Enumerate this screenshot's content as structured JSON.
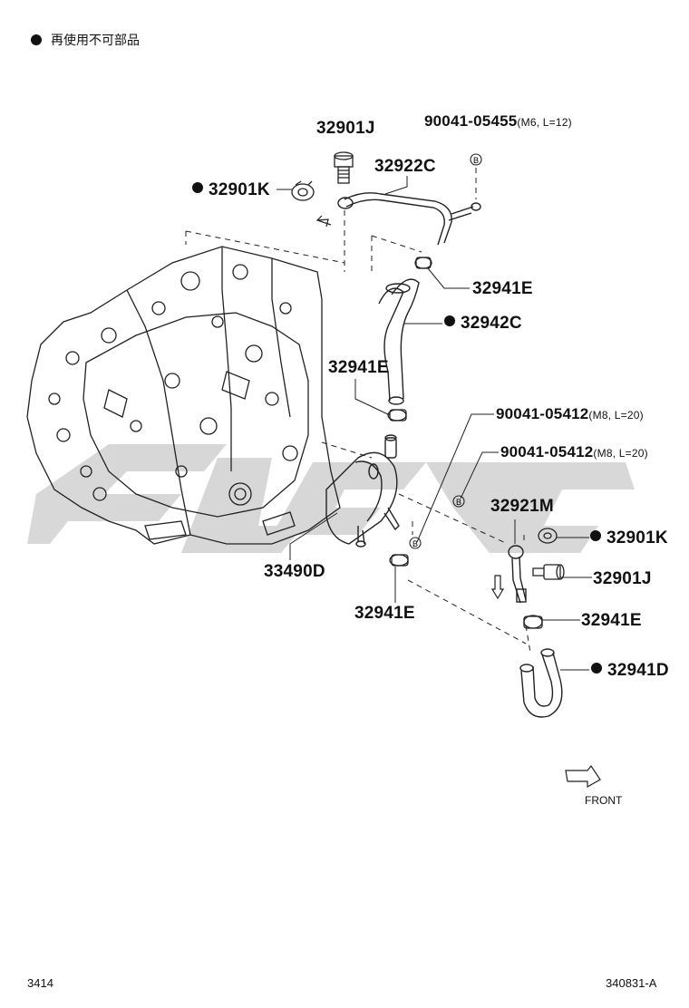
{
  "header": {
    "reuse_note": "再使用不可部品"
  },
  "labels": {
    "p32901J_top": "32901J",
    "p90041_05455": "90041-05455",
    "p90041_05455_spec": "(M6, L=12)",
    "p32922C": "32922C",
    "p32901K_top": "32901K",
    "p32941E_a": "32941E",
    "p32942C": "32942C",
    "p32941E_b": "32941E",
    "p90041_05412_a": "90041-05412",
    "p90041_05412_a_spec": "(M8, L=20)",
    "p90041_05412_b": "90041-05412",
    "p90041_05412_b_spec": "(M8, L=20)",
    "p32921M": "32921M",
    "p32901K_right": "32901K",
    "p32901J_right": "32901J",
    "p33490D": "33490D",
    "p32941E_c": "32941E",
    "p32941E_d": "32941E",
    "p32941D": "32941D"
  },
  "markers": {
    "b_marker": "B"
  },
  "footer": {
    "page": "3414",
    "ref": "340831-A",
    "front": "FRONT"
  }
}
